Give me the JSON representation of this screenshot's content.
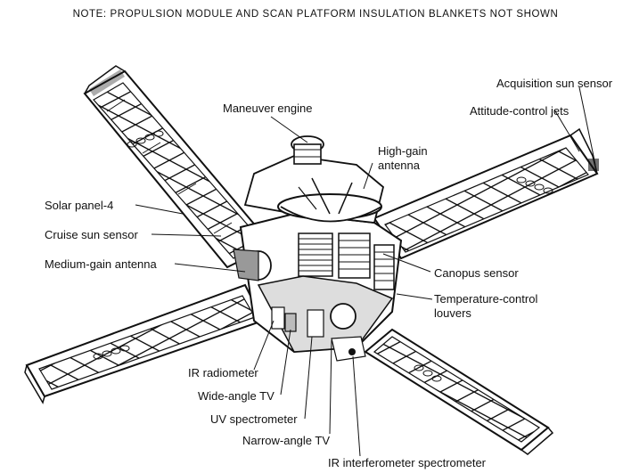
{
  "note": "NOTE: PROPULSION MODULE AND SCAN PLATFORM INSULATION BLANKETS NOT SHOWN",
  "labels": {
    "maneuver_engine": "Maneuver engine",
    "high_gain_antenna_line1": "High-gain",
    "high_gain_antenna_line2": "antenna",
    "acquisition_sun_sensor": "Acquisition sun sensor",
    "attitude_control_jets": "Attitude-control jets",
    "solar_panel_4": "Solar panel-4",
    "cruise_sun_sensor": "Cruise sun sensor",
    "medium_gain_antenna": "Medium-gain antenna",
    "canopus_sensor": "Canopus sensor",
    "temperature_control_line1": "Temperature-control",
    "temperature_control_line2": "louvers",
    "ir_radiometer": "IR radiometer",
    "wide_angle_tv": "Wide-angle TV",
    "uv_spectrometer": "UV spectrometer",
    "narrow_angle_tv": "Narrow-angle TV",
    "ir_interferometer_spectrometer": "IR interferometer spectrometer"
  }
}
